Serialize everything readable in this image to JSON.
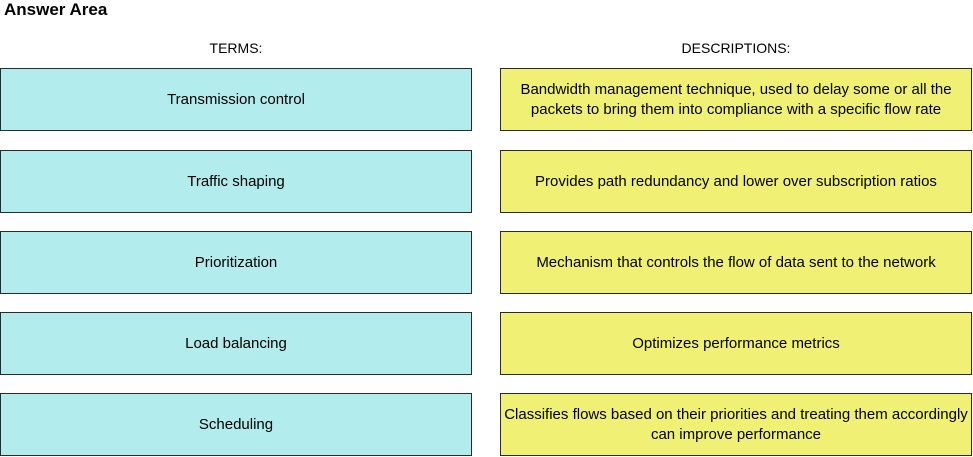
{
  "title": "Answer Area",
  "headers": {
    "terms": "TERMS:",
    "descriptions": "DESCRIPTIONS:"
  },
  "terms": [
    "Transmission control",
    "Traffic shaping",
    "Prioritization",
    "Load balancing",
    "Scheduling"
  ],
  "descriptions": [
    "Bandwidth management technique, used to delay some or all the packets to bring them into compliance with a specific flow rate",
    "Provides path redundancy and lower over subscription ratios",
    "Mechanism that controls the flow of data sent to the network",
    "Optimizes performance metrics",
    "Classifies flows based on their priorities and treating them accordingly can improve performance"
  ],
  "colors": {
    "term_box": "#b3ecec",
    "description_box": "#f0f075",
    "border": "#2b2b2b"
  }
}
